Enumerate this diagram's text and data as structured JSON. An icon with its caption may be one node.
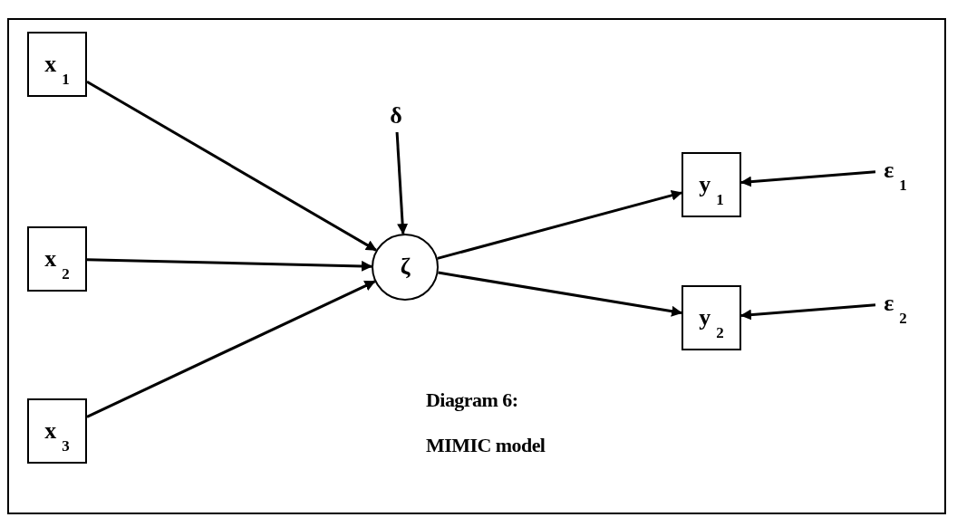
{
  "diagram": {
    "nodes": [
      {
        "text": [
          "x$_{1}$"
        ]
      },
      {
        "text": [
          "x$_{2}$"
        ]
      },
      {
        "text": [
          "x$_{3}$"
        ]
      },
      {
        "text": [
          "δ"
        ]
      },
      {
        "text": [
          "ζ"
        ]
      },
      {
        "text": [
          "y$_{1}$"
        ]
      },
      {
        "text": [
          "ε$_{1}$"
        ]
      },
      {
        "text": [
          "y$_{2}$"
        ]
      },
      {
        "text": [
          "ε$_{2}$"
        ]
      }
    ],
    "edges": [
      {
        "from": 0,
        "to": 4,
        "arrow": "to"
      },
      {
        "from": 1,
        "to": 4,
        "arrow": "to"
      },
      {
        "from": 2,
        "to": 4,
        "arrow": "to"
      },
      {
        "from": 3,
        "to": 4,
        "arrow": "to"
      },
      {
        "from": 4,
        "to": 5,
        "arrow": "to"
      },
      {
        "from": 4,
        "to": 7,
        "arrow": "to"
      },
      {
        "from": 6,
        "to": 5,
        "arrow": "to"
      },
      {
        "from": 8,
        "to": 7,
        "arrow": "to"
      }
    ],
    "labels": [
      "Diagram 6:",
      "MIMIC model"
    ]
  }
}
